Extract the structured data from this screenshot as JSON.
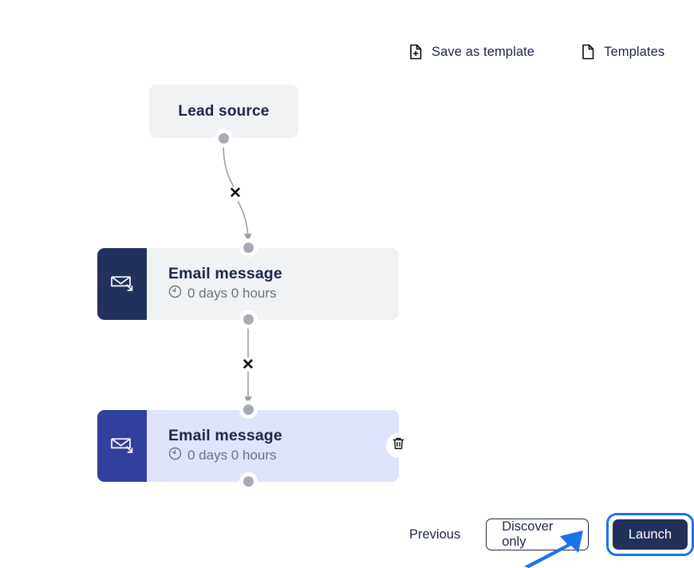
{
  "toolbar": {
    "actions": [
      {
        "label": "Save as template",
        "icon": "document-plus-icon"
      },
      {
        "label": "Templates",
        "icon": "document-icon"
      }
    ]
  },
  "flow": {
    "trigger": {
      "title": "Lead source"
    },
    "nodes": [
      {
        "title": "Email message",
        "delay": "0 days 0 hours",
        "icon": "email-send-icon",
        "selected": "false",
        "icon_panel_color": "#22305c",
        "body_color": "#f1f2f4"
      },
      {
        "title": "Email message",
        "delay": "0 days 0 hours",
        "icon": "email-send-icon",
        "selected": "true",
        "icon_panel_color": "#31409b",
        "body_color": "#dfe3fb",
        "delete_icon": "trash-icon"
      }
    ],
    "edge_marker": "✕",
    "port_color": "#a6aab4",
    "edge_color": "#9aa0a6"
  },
  "footer": {
    "previous_label": "Previous",
    "secondary_label": "Discover only",
    "primary_label": "Launch",
    "focus_ring_color": "#1a73e8"
  },
  "annotation": {
    "arrow_color": "#1a73e8",
    "points_to": "Launch"
  }
}
